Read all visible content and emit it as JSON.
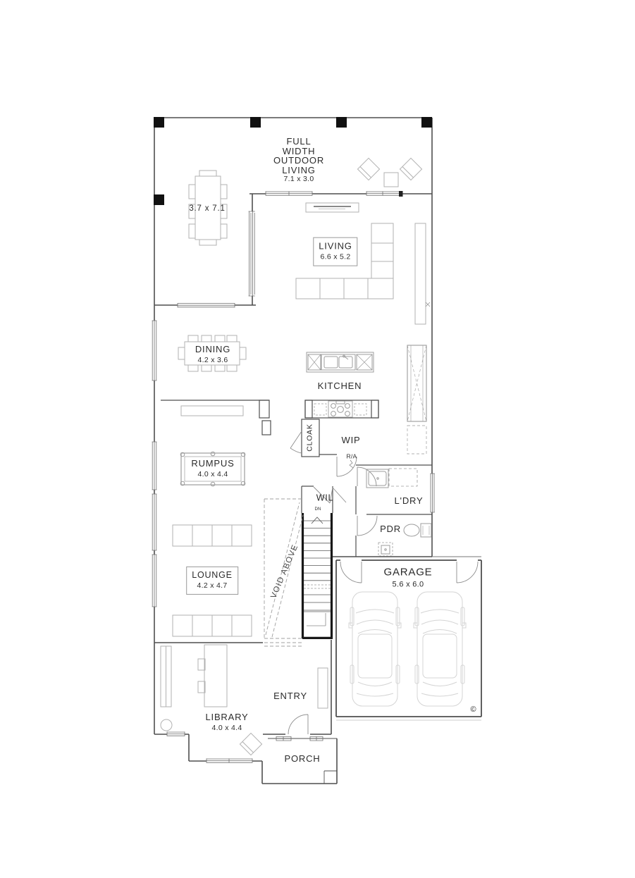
{
  "colors": {
    "wall": "#4f4f4f",
    "stair_wall": "#181818",
    "furniture": "#b2b2b2",
    "car": "#d4d4d4",
    "text": "#2b2b2b"
  },
  "plan": {
    "outdoor_living": {
      "lines": [
        "FULL",
        "WIDTH",
        "OUTDOOR",
        "LIVING"
      ],
      "dims": "7.1 x 3.0"
    },
    "terrace": {
      "dims": "3.7 x 7.1"
    },
    "living": {
      "name": "LIVING",
      "dims": "6.6 x 5.2"
    },
    "dining": {
      "name": "DINING",
      "dims": "4.2 x 3.6"
    },
    "kitchen": {
      "name": "KITCHEN"
    },
    "cloak": {
      "name": "CLOAK"
    },
    "wip": {
      "name": "WIP"
    },
    "return_air": {
      "name": "R/A"
    },
    "rumpus": {
      "name": "RUMPUS",
      "dims": "4.0 x 4.4"
    },
    "walk_in_linen": {
      "name": "WIL"
    },
    "stairs": {
      "direction": "DN"
    },
    "laundry": {
      "name": "L'DRY"
    },
    "powder": {
      "name": "PDR"
    },
    "void": {
      "name": "VOID ABOVE"
    },
    "lounge": {
      "name": "LOUNGE",
      "dims": "4.2 x 4.7"
    },
    "garage": {
      "name": "GARAGE",
      "dims": "5.6 x 6.0"
    },
    "library": {
      "name": "LIBRARY",
      "dims": "4.0 x 4.4"
    },
    "entry": {
      "name": "ENTRY"
    },
    "porch": {
      "name": "PORCH"
    },
    "copyright": "©"
  }
}
